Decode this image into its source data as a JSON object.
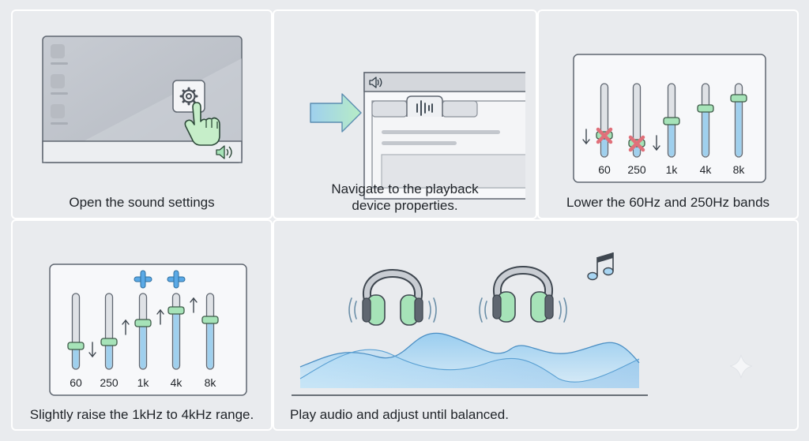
{
  "steps": [
    {
      "caption": "Open the sound settings"
    },
    {
      "caption_line1": "Navigate to the playback",
      "caption_line2": "device properties."
    },
    {
      "caption": "Lower the 60Hz and 250Hz bands",
      "bands": [
        "60",
        "250",
        "1k",
        "4k",
        "8k"
      ]
    },
    {
      "caption": "Slightly raise the 1kHz to 4kHz range.",
      "bands": [
        "60",
        "250",
        "1k",
        "4k",
        "8k"
      ]
    },
    {
      "caption": "Play audio and adjust until balanced."
    }
  ],
  "icons": {
    "settings": "gear-icon",
    "pointer": "hand-pointer-icon",
    "speaker": "speaker-icon",
    "arrow": "arrow-right-icon",
    "audio_tab": "audio-waveform-icon",
    "lower_mark": "x-mark-icon",
    "raise_mark": "plus-icon",
    "headphones": "headphones-icon",
    "music": "music-note-icon",
    "sparkle": "sparkle-icon"
  },
  "colors": {
    "accent_blue": "#5aa9e6",
    "accent_green": "#a6e3b8",
    "cross_red": "#e0707a",
    "slider_fill": "#9fd0ee"
  }
}
